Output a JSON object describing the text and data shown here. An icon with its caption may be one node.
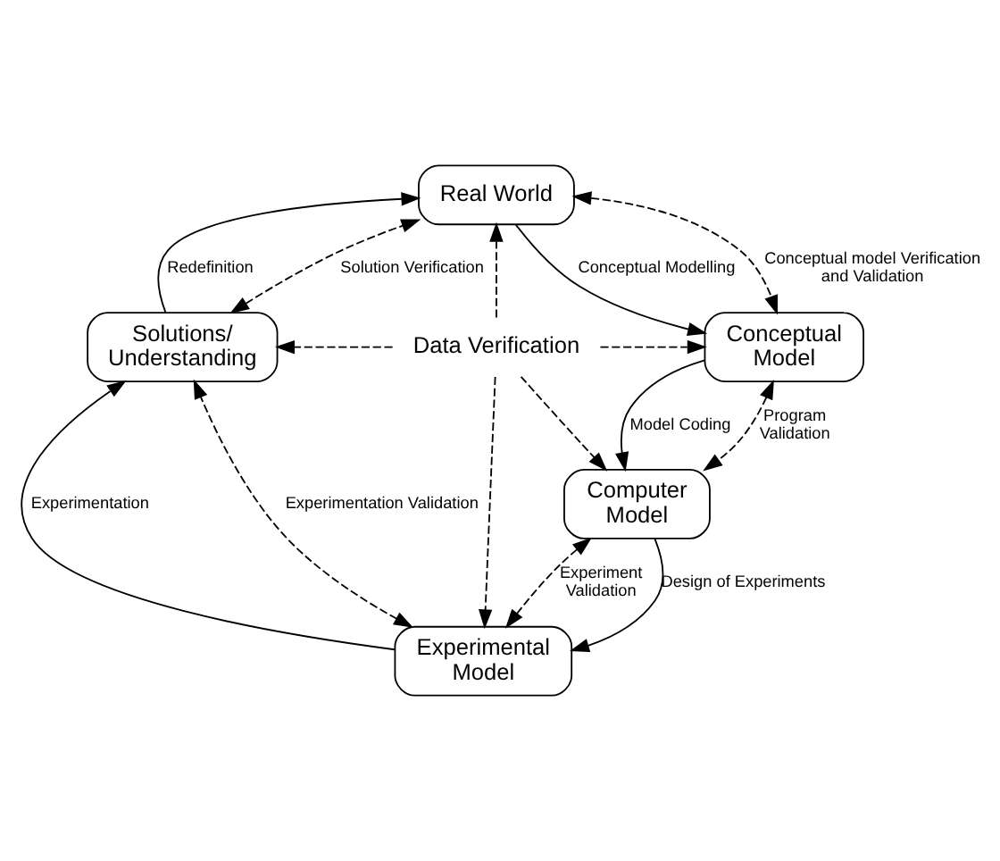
{
  "diagram": {
    "nodes": [
      {
        "text": [
          "Real World"
        ]
      },
      {
        "text": [
          "Solutions/ Understanding"
        ]
      },
      {
        "text": [
          "Data Verification"
        ]
      },
      {
        "text": [
          "Conceptual Model"
        ]
      },
      {
        "text": [
          "Computer Model"
        ]
      },
      {
        "text": [
          "Experimental Model"
        ]
      }
    ],
    "edges": [
      {
        "from": 0,
        "to": 3,
        "arrow": "to",
        "label": "Conceptual Modelling"
      },
      {
        "from": 3,
        "to": 4,
        "arrow": "to",
        "label": "Model Coding"
      },
      {
        "from": 4,
        "to": 5,
        "arrow": "to",
        "label": "Design of Experiments"
      },
      {
        "from": 5,
        "to": 1,
        "arrow": "to",
        "label": "Experimentation"
      },
      {
        "from": 1,
        "to": 0,
        "arrow": "to",
        "label": "Redefinition"
      },
      {
        "from": 0,
        "to": 3,
        "arrow": "both",
        "style": "dashed",
        "label": "Conceptual model Verification and Validation"
      },
      {
        "from": 3,
        "to": 4,
        "arrow": "both",
        "style": "dashed",
        "label": "Program Validation"
      },
      {
        "from": 4,
        "to": 5,
        "arrow": "both",
        "style": "dashed",
        "label": "Experiment Validation"
      },
      {
        "from": 5,
        "to": 1,
        "arrow": "both",
        "style": "dashed",
        "label": "Experimentation Validation"
      },
      {
        "from": 1,
        "to": 0,
        "arrow": "both",
        "style": "dashed",
        "label": "Solution Verification"
      },
      {
        "from": 2,
        "to": 0,
        "arrow": "to",
        "style": "dashed"
      },
      {
        "from": 2,
        "to": 1,
        "arrow": "to",
        "style": "dashed"
      },
      {
        "from": 2,
        "to": 3,
        "arrow": "to",
        "style": "dashed"
      },
      {
        "from": 2,
        "to": 4,
        "arrow": "to",
        "style": "dashed"
      },
      {
        "from": 2,
        "to": 5,
        "arrow": "to",
        "style": "dashed"
      }
    ]
  }
}
